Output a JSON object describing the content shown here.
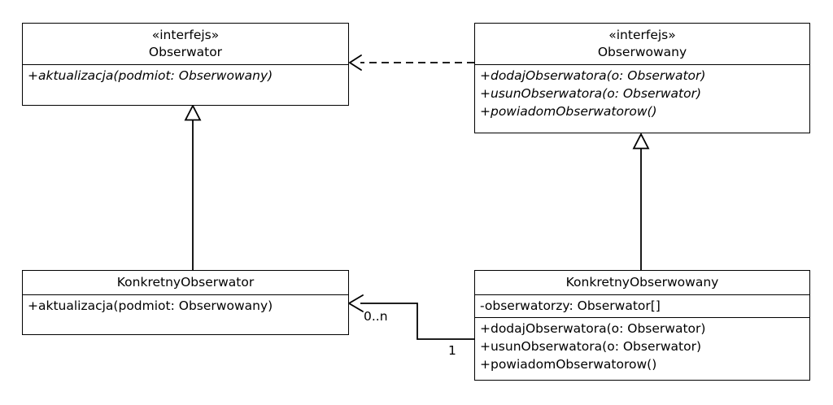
{
  "diagram": {
    "kind": "uml-class-diagram",
    "pattern": "Observer",
    "language": "pl",
    "background": "#ffffff",
    "line_color": "#000000"
  },
  "classes": {
    "observer_interface": {
      "stereotype": "«interfejs»",
      "name": "Obserwator",
      "members": [
        "+aktualizacja(podmiot: Obserwowany)"
      ]
    },
    "subject_interface": {
      "stereotype": "«interfejs»",
      "name": "Obserwowany",
      "members": [
        "+dodajObserwatora(o: Obserwator)",
        "+usunObserwatora(o: Obserwator)",
        "+powiadomObserwatorow()"
      ]
    },
    "concrete_observer": {
      "name": "KonkretnyObserwator",
      "members": [
        "+aktualizacja(podmiot: Obserwowany)"
      ]
    },
    "concrete_subject": {
      "name": "KonkretnyObserwowany",
      "attributes": [
        "-obserwatorzy: Obserwator[]"
      ],
      "members": [
        "+dodajObserwatora(o: Obserwator)",
        "+usunObserwatora(o: Obserwator)",
        "+powiadomObserwatorow()"
      ]
    }
  },
  "relations": {
    "dependency": {
      "type": "dependency",
      "style": "dashed-open-arrow",
      "from": "Obserwowany",
      "to": "Obserwator"
    },
    "generalization_left": {
      "type": "realization",
      "style": "solid-hollow-triangle",
      "from": "KonkretnyObserwator",
      "to": "Obserwator"
    },
    "generalization_right": {
      "type": "realization",
      "style": "solid-hollow-triangle",
      "from": "KonkretnyObserwowany",
      "to": "Obserwowany"
    },
    "association": {
      "type": "association",
      "style": "solid-open-arrow",
      "from": "KonkretnyObserwowany",
      "to": "KonkretnyObserwator",
      "target_multiplicity": "0..n",
      "source_multiplicity": "1"
    }
  }
}
